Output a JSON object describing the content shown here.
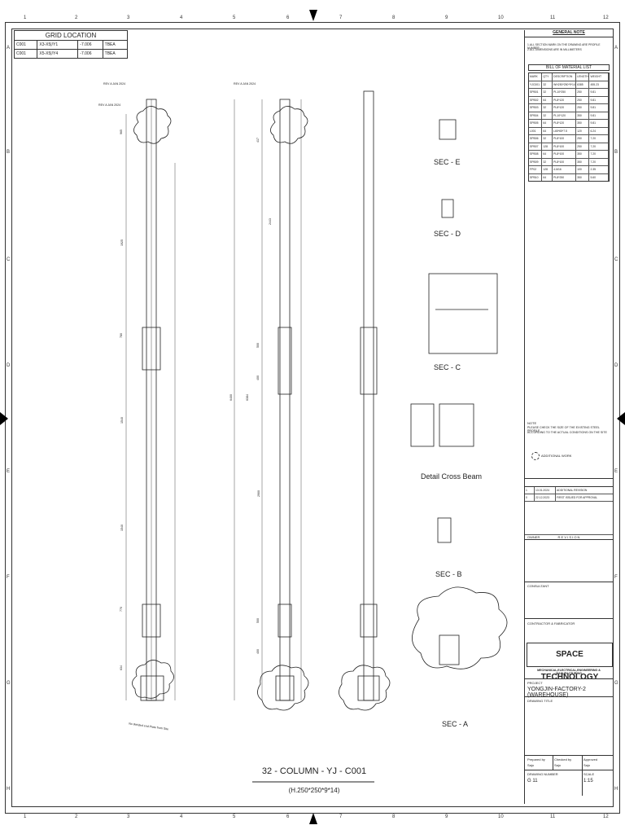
{
  "ruler": {
    "top": [
      "1",
      "2",
      "3",
      "4",
      "5",
      "6",
      "7",
      "8",
      "9",
      "10",
      "11",
      "12"
    ],
    "side": [
      "A",
      "B",
      "C",
      "D",
      "E",
      "F",
      "G",
      "H"
    ]
  },
  "grid_location": {
    "title": "GRID LOCATION",
    "rows": [
      [
        "C001",
        "X3-X5|/Y1",
        "-7.006",
        "TBEA"
      ],
      [
        "C001",
        "X5-X5|/Y4",
        "-7.006",
        "TBEA"
      ]
    ]
  },
  "general_note": {
    "title": "GENERAL NOTE",
    "lines": [
      "1.ALL SECTION MARK ON THE DRAWING ARE PROFILE NUMBER",
      "2.ALL DIMENSIONS ARE IN MILLIMETERS"
    ]
  },
  "bom": {
    "title": "BILL OF MATERIAL LIST",
    "header": [
      "MARK",
      "QTY",
      "DESCRIPTION",
      "LENGTH",
      "WEIGHT"
    ],
    "rows": [
      [
        "YJC001",
        "32",
        "WH250*250*9*14",
        "6385",
        "455.23"
      ],
      [
        "SPB01",
        "32",
        "PL10*250",
        "250",
        "9.81"
      ],
      [
        "SPB02",
        "64",
        "PL8*120",
        "250",
        "9.81"
      ],
      [
        "SPB03",
        "32",
        "PL8*120",
        "250",
        "9.81"
      ],
      [
        "SPB04",
        "32",
        "PL10*120",
        "350",
        "9.81"
      ],
      [
        "SPB05",
        "64",
        "PL8*120",
        "350",
        "9.81"
      ],
      [
        "L001",
        "64",
        "L65*65*7.5",
        "120",
        "6.24"
      ],
      [
        "SPB06",
        "32",
        "PL8*100",
        "250",
        "7.20"
      ],
      [
        "SPB07",
        "128",
        "PL8*100",
        "250",
        "7.20"
      ],
      [
        "SPB08",
        "64",
        "PL8*100",
        "350",
        "7.20"
      ],
      [
        "SPB09",
        "32",
        "PL8*100",
        "350",
        "7.20"
      ],
      [
        "FP02",
        "128",
        "4-M16",
        "100",
        "2.35"
      ],
      [
        "SPB10",
        "64",
        "PL8*250",
        "350",
        "5.60"
      ]
    ]
  },
  "note": {
    "label": "NOTE",
    "lines": [
      "PLEASE CHECK THE SIZE OF THE EXISTING STEEL PROFILE",
      "ACCORDING TO THE ACTUAL CONDITIONS ON THE SITE"
    ],
    "additional_work": "ADDITIONAL WORK"
  },
  "revision": {
    "label": "R E V I S I O N",
    "rows": [
      [
        "1",
        "13.01.2024",
        "ADDITIONAL REVISION"
      ],
      [
        "0",
        "22.12.2023",
        "FIRST ISSUED FOR APPROVAL"
      ]
    ]
  },
  "owner_label": "OWNER",
  "consultant_label": "CONSULTANT",
  "contractor_label": "CONTRACTOR & FABRICATOR",
  "brand": "SPACE TECHNOLOGY",
  "brand_sub": "MECHANICAL,ELECTRICAL,ENGINEERING & MANUFACTURING",
  "project_label": "PROJECT",
  "project": "YONGJIN-FACTORY-2 (WAREHOUSE)",
  "drawing_title_label": "DRAWING TITLE",
  "prepared_by": "Prepared by",
  "checked_by": "Checked by",
  "approved": "Approved",
  "prepared_val": "Sajo",
  "checked_val": "Sajo",
  "approved_val": "Sajo",
  "drawing_number_label": "DRAWING NUMBER",
  "drawing_number": "G 11",
  "scale_label": "SCALE",
  "scale": "1:15",
  "title": "32 - COLUMN - YJ - C001",
  "subtitle": "(H.250*250*9*14)",
  "sections": {
    "e": "SEC - E",
    "d": "SEC - D",
    "c": "SEC - C",
    "cross": "Detail Cross Beam",
    "b": "SEC - B",
    "a": "SEC - A"
  },
  "dims_left": [
    "965",
    "1925",
    "780",
    "1540",
    "1540",
    "770",
    "634"
  ],
  "dims_mid": [
    "417",
    "2443",
    "500",
    "400",
    "2900",
    "500",
    "400"
  ],
  "dims_overall": [
    "6400",
    "6384"
  ],
  "rev_marks": [
    "REV A JAN 2024",
    "REV A JAN 2024",
    "REV A JAN 2024"
  ],
  "base_note": "No Welded end Plate from Site"
}
